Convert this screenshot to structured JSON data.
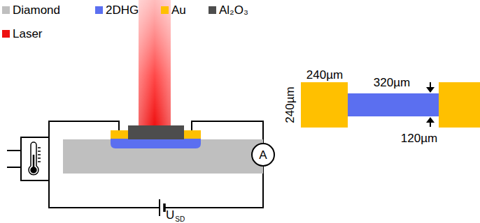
{
  "diagram": {
    "nodes": [
      {
        "text": [
          "A"
        ]
      }
    ],
    "labels": [
      "U",
      "SD",
      "240µm",
      "240µm",
      "320µm",
      "120µm"
    ],
    "legend": [
      {
        "text": "Diamond",
        "color": "#bfbfbf"
      },
      {
        "text": "2DHG",
        "color": "#5b6ff0"
      },
      {
        "text": "Au",
        "color": "#ffc000"
      },
      {
        "text": "Al₂O₃",
        "color": "#4d4d4d"
      },
      {
        "text": "Laser",
        "color": "#ee1111"
      }
    ]
  }
}
